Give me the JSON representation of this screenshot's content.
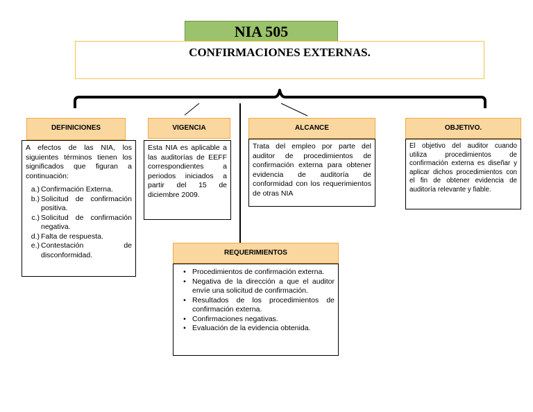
{
  "title": "NIA 505",
  "subtitle": "CONFIRMACIONES EXTERNAS.",
  "definiciones": {
    "header": "DEFINICIONES",
    "intro": "A efectos de las NIA, los siguientes términos tienen los significados que figuran a continuación:",
    "items": [
      {
        "num": "a.)",
        "text": "Confirmación Externa."
      },
      {
        "num": "b.)",
        "text": "Solicitud de confirmación positiva."
      },
      {
        "num": "c.)",
        "text": "Solicitud de confirmación negativa."
      },
      {
        "num": "d.)",
        "text": "Falta de respuesta."
      },
      {
        "num": "e.)",
        "text": "Contestación de disconformidad."
      }
    ]
  },
  "vigencia": {
    "header": "VIGENCIA",
    "text": "Esta NIA es aplicable a las auditorías de EEFF correspondientes a periodos iniciados a partir del 15 de diciembre 2009."
  },
  "alcance": {
    "header": "ALCANCE",
    "text": "Trata del empleo por parte del auditor de procedimientos de confirmación externa para obtener evidencia de auditoría de conformidad con los requerimientos de otras NIA"
  },
  "objetivo": {
    "header": "OBJETIVO.",
    "text": "El objetivo del auditor cuando utiliza procedimientos de confirmación externa es diseñar y aplicar dichos procedimientos con el fin de obtener evidencia de auditoría relevante y fiable."
  },
  "requerimientos": {
    "header": "REQUERIMIENTOS",
    "items": [
      "Procedimientos de confirmación externa.",
      "Negativa de la dirección a que el auditor envíe una solicitud de confirmación.",
      "Resultados de los procedimientos de confirmación externa.",
      "Confirmaciones negativas.",
      "Evaluación de la evidencia obtenida."
    ]
  }
}
